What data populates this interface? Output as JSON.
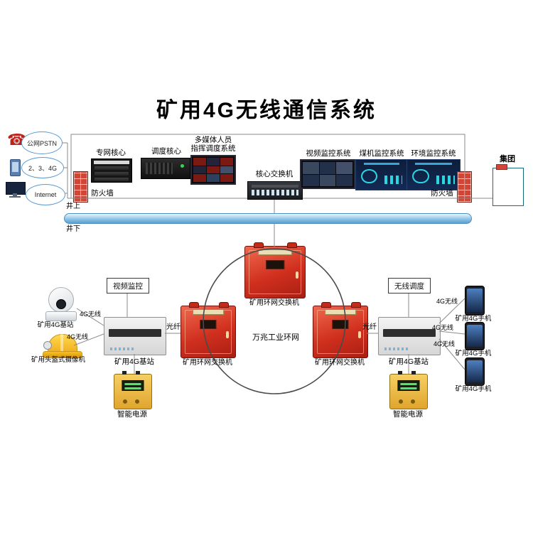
{
  "title": "矿用4G无线通信系统",
  "icons": {
    "telephone": "☎"
  },
  "clouds": {
    "pstn": "公网PSTN",
    "g234": "2、3、4G",
    "internet": "Internet"
  },
  "surface": {
    "private_core": "专网核心",
    "dispatch_core": "调度核心",
    "multimedia_line1": "多媒体人员",
    "multimedia_line2": "指挥调度系统",
    "core_switch": "核心交换机",
    "video_system": "视频监控系统",
    "coal_system": "煤机监控系统",
    "env_system": "环境监控系统",
    "firewall_left": "防火墙",
    "firewall_right": "防火墙",
    "group": "集团"
  },
  "divider": {
    "above": "井上",
    "below": "井下"
  },
  "ring": {
    "center_label": "万兆工业环网",
    "switch_top": "矿用环网交换机",
    "switch_left": "矿用环网交换机",
    "switch_right": "矿用环网交换机"
  },
  "underground": {
    "video_section": "视频监控",
    "wireless_section": "无线调度",
    "base_left": "矿用4G基站",
    "base_right": "矿用4G基站",
    "camera_label": "矿用4G基站",
    "helmet_label": "矿用头盔式摄像机",
    "power_left": "智能电源",
    "power_right": "智能电源",
    "phone1": "矿用4G手机",
    "phone2": "矿用4G手机",
    "phone3": "矿用4G手机",
    "fiber_left": "光纤",
    "fiber_right": "光纤",
    "wireless1": "4G无线",
    "wireless2": "4G无线",
    "wireless3": "4G无线",
    "wireless4": "4G无线",
    "wireless5": "4G无线"
  }
}
